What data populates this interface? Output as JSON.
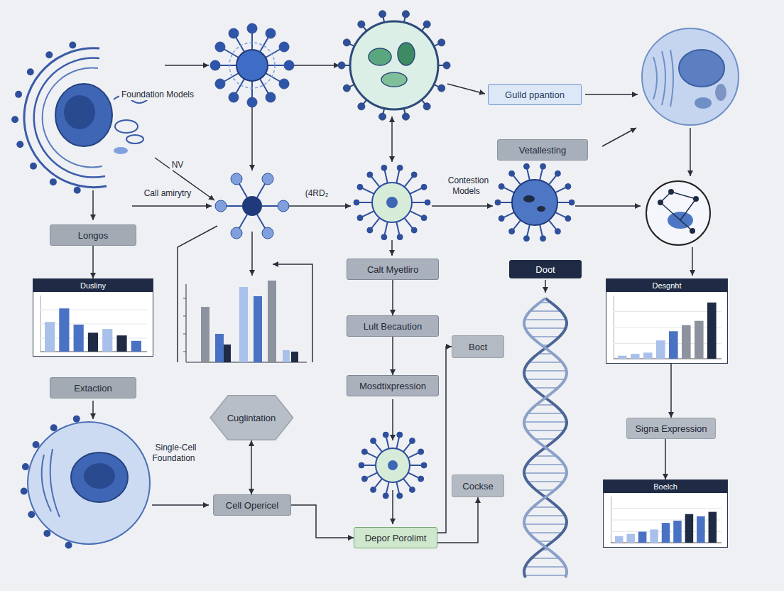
{
  "diagram": {
    "nodes": [
      {
        "text": [
          "Gulld ppantion"
        ]
      },
      {
        "text": [
          "Vetallesting"
        ]
      },
      {
        "text": [
          "Longos"
        ]
      },
      {
        "text": [
          "Dusliny"
        ]
      },
      {
        "text": [
          "Extaction"
        ]
      },
      {
        "text": [
          "Cuglintation"
        ]
      },
      {
        "text": [
          "Cell Opericel"
        ]
      },
      {
        "text": [
          "Calt Myetliro"
        ]
      },
      {
        "text": [
          "Lult Becaution"
        ]
      },
      {
        "text": [
          "Mosdtixpression"
        ]
      },
      {
        "text": [
          "Depor Porolimt"
        ]
      },
      {
        "text": [
          "Doot"
        ]
      },
      {
        "text": [
          "Boct"
        ]
      },
      {
        "text": [
          "Cockse"
        ]
      },
      {
        "text": [
          "Desgnht"
        ]
      },
      {
        "text": [
          "Signa Expression"
        ]
      },
      {
        "text": [
          "Boelch"
        ]
      }
    ],
    "edges": [
      {
        "from": 2,
        "to": 3,
        "arrow": "to"
      },
      {
        "from": 7,
        "to": 8,
        "arrow": "to"
      },
      {
        "from": 8,
        "to": 9,
        "arrow": "to"
      },
      {
        "from": 5,
        "to": 6,
        "arrow": "both"
      },
      {
        "from": 6,
        "to": 10,
        "arrow": "to"
      },
      {
        "from": 10,
        "to": 13,
        "arrow": "to"
      },
      {
        "from": 10,
        "to": 12,
        "arrow": "to"
      },
      {
        "from": 14,
        "to": 15,
        "arrow": "to"
      },
      {
        "from": 15,
        "to": 16,
        "arrow": "to"
      }
    ],
    "labels": [
      "Foundation Models",
      "Call amirytry",
      "NV",
      "(4RD₂",
      "Contestion Models",
      "Single-Cell Foundation"
    ]
  }
}
